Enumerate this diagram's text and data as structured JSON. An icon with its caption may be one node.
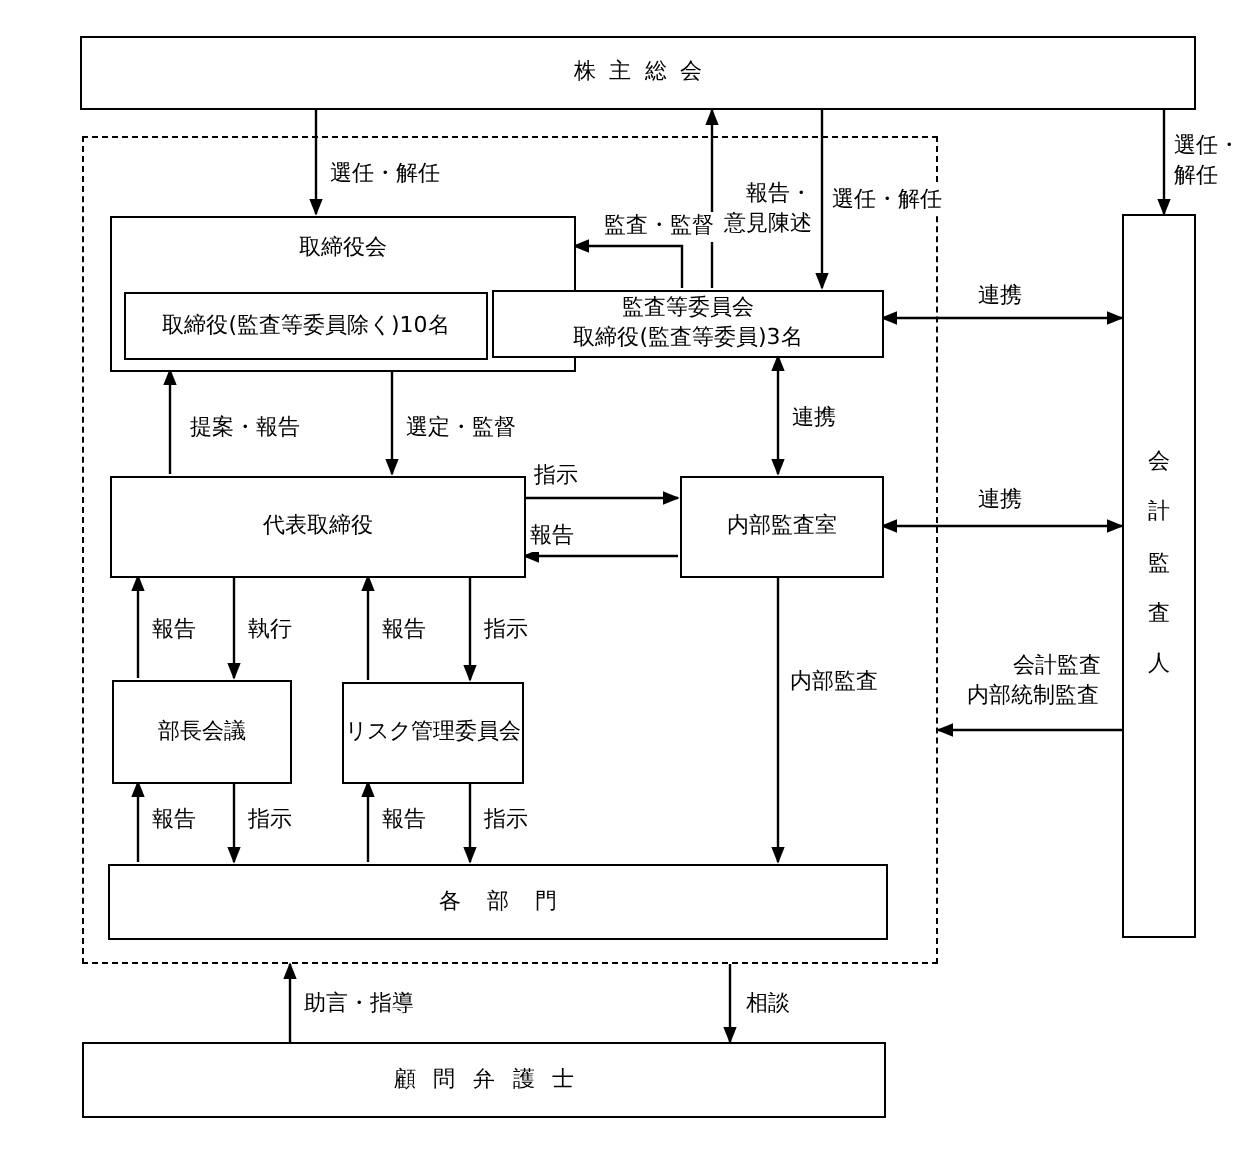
{
  "diagram": {
    "nodes": [
      {
        "text": [
          "株主総会"
        ]
      },
      {
        "text": [],
        "shape": "box"
      },
      {
        "text": [
          "取締役会"
        ],
        "in": 1
      },
      {
        "text": [
          "取締役(監査等委員除く)10名"
        ],
        "in": 2
      },
      {
        "text": [
          "監査等委員会",
          "取締役(監査等委員)3名"
        ],
        "in": 1
      },
      {
        "text": [
          "代表取締役"
        ],
        "in": 1
      },
      {
        "text": [
          "内部監査室"
        ],
        "in": 1
      },
      {
        "text": [
          "部長会議"
        ],
        "in": 1
      },
      {
        "text": [
          "リスク管理委員会"
        ],
        "in": 1
      },
      {
        "text": [
          "各部門"
        ],
        "in": 1
      },
      {
        "text": [
          "会計監査人"
        ]
      },
      {
        "text": [
          "顧問弁護士"
        ]
      }
    ],
    "edges": [
      {
        "from": 0,
        "to": 2,
        "arrow": "to",
        "label": "選任・解任"
      },
      {
        "from": 4,
        "to": 0,
        "arrow": "to",
        "label": "報告・意見陳述"
      },
      {
        "from": 0,
        "to": 4,
        "arrow": "to",
        "label": "選任・解任"
      },
      {
        "from": 0,
        "to": 10,
        "arrow": "to",
        "label": "選任・解任"
      },
      {
        "from": 4,
        "to": 2,
        "arrow": "to",
        "label": "監査・監督"
      },
      {
        "from": 4,
        "to": 10,
        "arrow": "both",
        "label": "連携"
      },
      {
        "from": 5,
        "to": 2,
        "arrow": "to",
        "label": "提案・報告"
      },
      {
        "from": 2,
        "to": 5,
        "arrow": "to",
        "label": "選定・監督"
      },
      {
        "from": 4,
        "to": 6,
        "arrow": "both",
        "label": "連携"
      },
      {
        "from": 5,
        "to": 6,
        "arrow": "to",
        "label": "指示"
      },
      {
        "from": 6,
        "to": 5,
        "arrow": "to",
        "label": "報告"
      },
      {
        "from": 6,
        "to": 10,
        "arrow": "both",
        "label": "連携"
      },
      {
        "from": 7,
        "to": 5,
        "arrow": "to",
        "label": "報告"
      },
      {
        "from": 5,
        "to": 7,
        "arrow": "to",
        "label": "執行"
      },
      {
        "from": 8,
        "to": 5,
        "arrow": "to",
        "label": "報告"
      },
      {
        "from": 5,
        "to": 8,
        "arrow": "to",
        "label": "指示"
      },
      {
        "from": 9,
        "to": 7,
        "arrow": "to",
        "label": "報告"
      },
      {
        "from": 7,
        "to": 9,
        "arrow": "to",
        "label": "指示"
      },
      {
        "from": 9,
        "to": 8,
        "arrow": "to",
        "label": "報告"
      },
      {
        "from": 8,
        "to": 9,
        "arrow": "to",
        "label": "指示"
      },
      {
        "from": 6,
        "to": 9,
        "arrow": "to",
        "label": "内部監査"
      },
      {
        "from": 10,
        "to": 1,
        "arrow": "to",
        "label": "会計監査内部統制監査"
      },
      {
        "from": 11,
        "to": 1,
        "arrow": "to",
        "label": "助言・指導"
      },
      {
        "from": 1,
        "to": 11,
        "arrow": "to",
        "label": "相談"
      }
    ]
  }
}
